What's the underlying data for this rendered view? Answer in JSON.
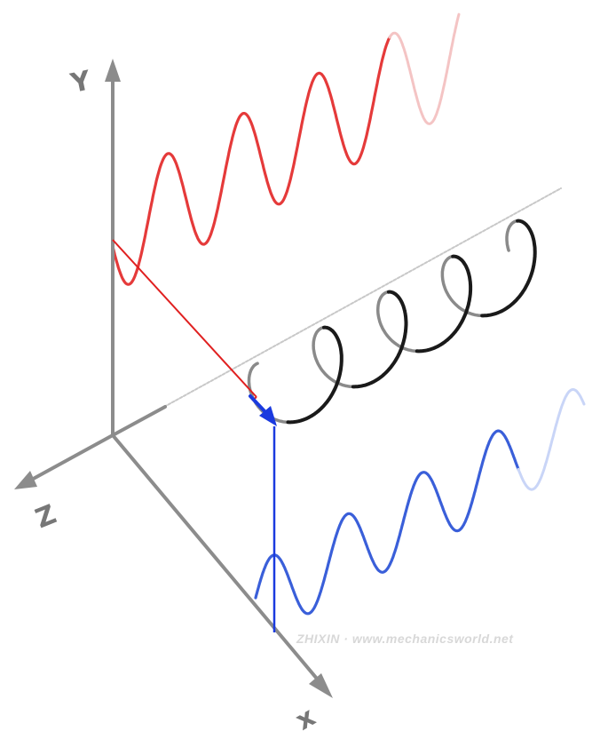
{
  "axes": {
    "y_label": "Y",
    "z_label": "Z",
    "x_label": "x",
    "color": "#8c8c8c"
  },
  "waves": {
    "red_color": "#e53a3a",
    "red_faded_color": "#f4c4c4",
    "blue_color": "#3a5fd9",
    "blue_faded_color": "#c9d5f7",
    "helix_color": "#1a1a1a",
    "helix_back_color": "#8a8a8a",
    "propagation_axis_color": "#c8c8c8"
  },
  "vectors": {
    "red_arrow_color": "#e02020",
    "blue_arrow_color": "#1a3adf"
  },
  "watermark": {
    "text": "ZHIXIN · www.mechanicsworld.net",
    "color": "#d8d8d8"
  }
}
